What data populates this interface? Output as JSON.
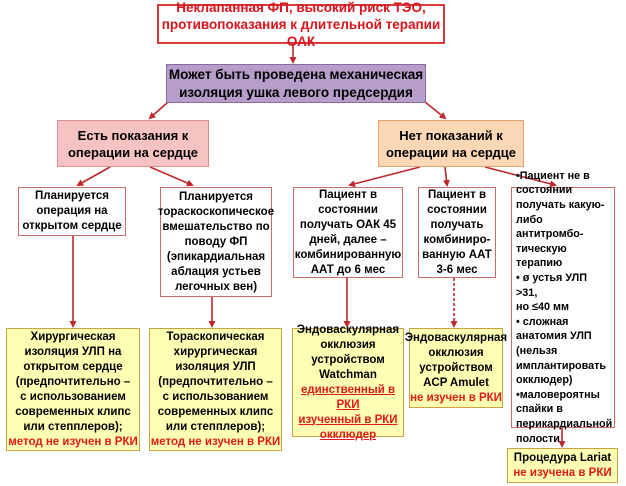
{
  "top": {
    "line1": "Неклапанная  ФП, высокий риск ТЭО,",
    "line2": "противопоказания  к длительной терапии ОАК"
  },
  "question": {
    "line1": "Может быть проведена механическая",
    "line2": "изоляция ушка левого предсердия"
  },
  "yes": {
    "line1": "Есть показания  к",
    "line2": "операции на сердце"
  },
  "no": {
    "line1": "Нет показаний  к",
    "line2": "операции на сердце"
  },
  "plan_open": [
    "Планируется",
    "операция на",
    "открытом сердце"
  ],
  "plan_thoraco": [
    "Планируется",
    "тораскоскопическое",
    "вмешательство по",
    "поводу ФП",
    "(эпикардиальная",
    "аблация устьев",
    "легочных вен)"
  ],
  "patient_45": [
    "Пациент в",
    "состоянии",
    "получать ОАК 45",
    "дней, далее –",
    "комбинированную",
    "ААТ до 6 мес"
  ],
  "patient_36": [
    "Пациент в",
    "состоянии",
    "получать",
    "комбиниро-",
    "ванную ААТ",
    "3-6 мес"
  ],
  "patient_not": [
    "•Пациент не в",
    "состоянии",
    "получать какую-",
    "либо антитромбо-",
    "тическую терапию",
    "• ø устья УЛП >31,",
    "но ≤40 мм",
    "• сложная",
    "анатомия УЛП",
    "(нельзя",
    "имплантировать",
    "окклюдер)",
    "•маловероятны",
    "спайки в",
    "перикардиальной",
    "полости"
  ],
  "res_surgical": {
    "lines": [
      "Хирургическая",
      "изоляция УЛП на",
      "открытом сердце",
      "(предпочтительно –",
      "с использованием",
      "современных клипс",
      "или степплеров);"
    ],
    "red": "метод не изучен в РКИ"
  },
  "res_thoraco": {
    "lines": [
      "Тораскопическая",
      "хирургическая",
      "изоляция УЛП",
      "(предпочтительно –",
      "с использованием",
      "современных клипс",
      "или степплеров);"
    ],
    "red": "метод не изучен в РКИ"
  },
  "res_watchman": {
    "lines": [
      "Эндоваскулярная",
      "окклюзия",
      "устройством",
      "Watchman"
    ],
    "red_lines": [
      "единственный в РКИ",
      "изученный в РКИ",
      "окклюдер"
    ]
  },
  "res_amulet": {
    "lines": [
      "Эндоваскулярная",
      "окклюзия",
      "устройством",
      "ACP Amulet"
    ],
    "red": "не изучен в РКИ"
  },
  "res_lariat": {
    "line1": "Процедура Lariat",
    "red": "не изучена в РКИ"
  }
}
